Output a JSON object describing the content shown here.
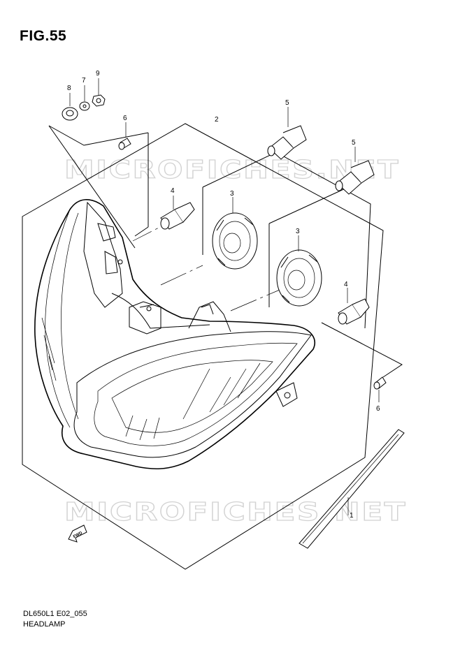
{
  "figure": {
    "title": "FIG.55",
    "code": "DL650L1 E02_055",
    "caption": "HEADLAMP"
  },
  "watermark": "MICROFICHES.NET",
  "fwd_label": "FWD",
  "callouts": [
    "8",
    "7",
    "9",
    "6",
    "2",
    "5",
    "5",
    "4",
    "3",
    "3",
    "4",
    "6",
    "1"
  ]
}
